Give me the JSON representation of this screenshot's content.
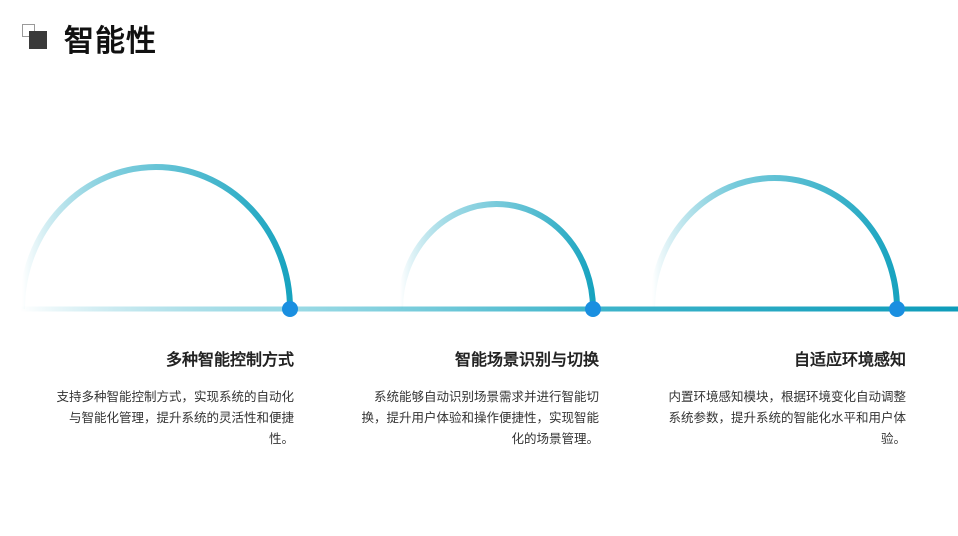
{
  "page": {
    "title": "智能性"
  },
  "colors": {
    "accent": "#17a3bf",
    "node": "#1a8fe0",
    "text": "#222222"
  },
  "features": [
    {
      "title": "多种智能控制方式",
      "description": "支持多种智能控制方式，实现系统的自动化与智能化管理，提升系统的灵活性和便捷性。"
    },
    {
      "title": "智能场景识别与切换",
      "description": "系统能够自动识别场景需求并进行智能切换，提升用户体验和操作便捷性，实现智能化的场景管理。"
    },
    {
      "title": "自适应环境感知",
      "description": "内置环境感知模块，根据环境变化自动调整系统参数，提升系统的智能化水平和用户体验。"
    }
  ]
}
